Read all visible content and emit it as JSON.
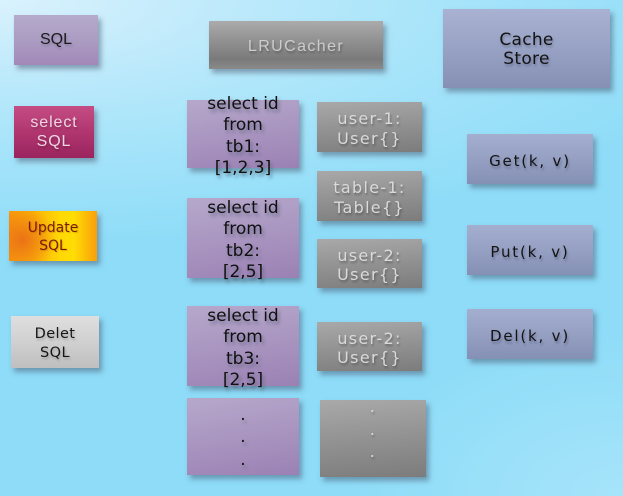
{
  "slide": {
    "colors": {
      "background_blue": "#8edcf8",
      "purple_box": "#a995c0",
      "crimson_box": "#b13670",
      "orange_box": "#fcb708",
      "yellow_band": "#ffd906",
      "light_gray_box": "#cfcfcf",
      "dark_gray_box": "#8f8f8f",
      "blue_gray_box": "#98a2c4",
      "dark_red_text": "#7c1b04"
    },
    "sql_sources": {
      "generic": {
        "label": "SQL"
      },
      "select": {
        "label": "select\nSQL"
      },
      "update": {
        "label": "Update\nSQL"
      },
      "delete": {
        "label": "Delet\nSQL"
      }
    },
    "lru_cacher": {
      "label": "LRUCacher"
    },
    "cache_store": {
      "label": "Cache\nStore"
    },
    "queries": [
      {
        "text": "select id\nfrom\ntb1:\n[1,2,3]"
      },
      {
        "text": "select id\nfrom\ntb2:\n[2,5]"
      },
      {
        "text": "select id\nfrom\ntb3:\n[2,5]"
      },
      {
        "text": ".\n.\n."
      }
    ],
    "cache_entries": [
      {
        "text": "user-1:\nUser{}"
      },
      {
        "text": "table-1:\nTable{}"
      },
      {
        "text": "user-2:\nUser{}"
      },
      {
        "text": "user-2:\nUser{}"
      },
      {
        "text": ".\n.\n."
      }
    ],
    "operations": [
      {
        "label": "Get(k, v)"
      },
      {
        "label": "Put(k, v)"
      },
      {
        "label": "Del(k, v)"
      }
    ]
  }
}
